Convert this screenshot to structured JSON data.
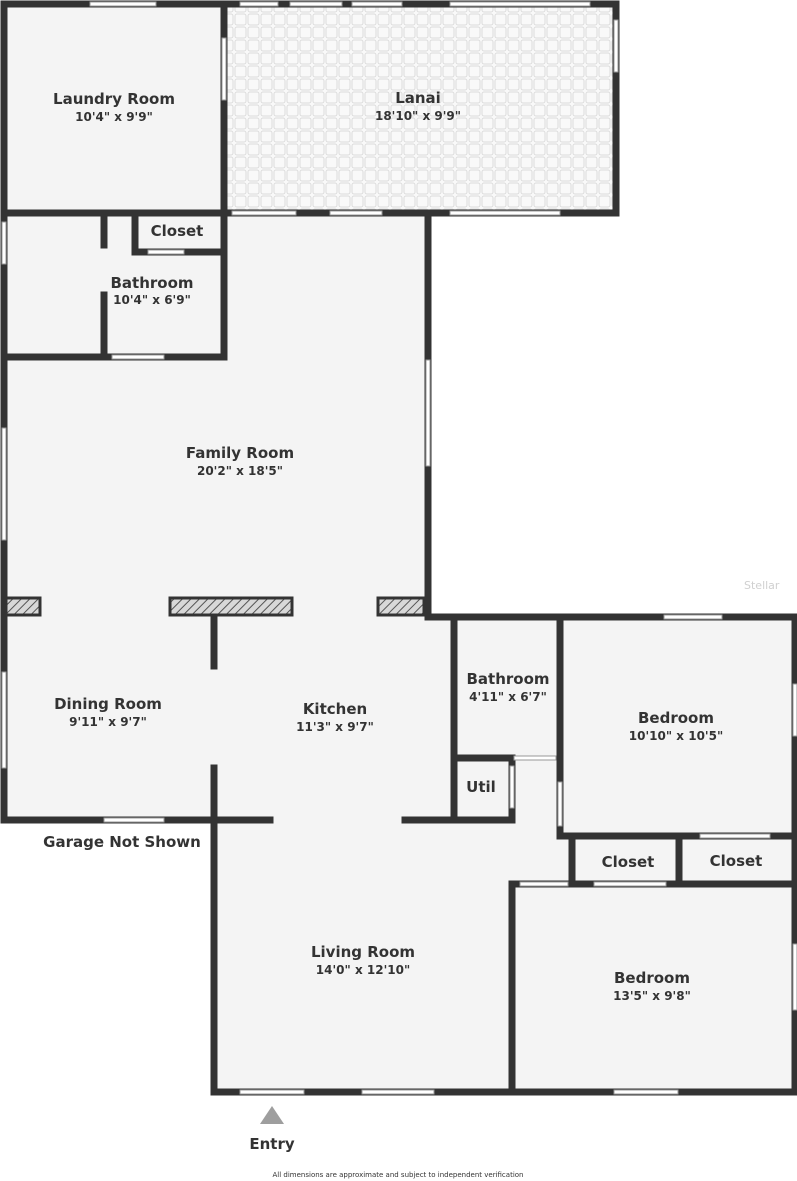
{
  "colors": {
    "floor": "#f4f4f4",
    "wall": "#333333",
    "text": "#333333",
    "window": "#ffffff",
    "entry_marker": "#9e9e9e",
    "watermark": "#d0d0d0"
  },
  "rooms": {
    "laundry_room": {
      "name": "Laundry Room",
      "dim": "10'4\" x 9'9\""
    },
    "lanai": {
      "name": "Lanai",
      "dim": "18'10\" x 9'9\""
    },
    "closet_bath_north": {
      "name": "Closet"
    },
    "bathroom_north": {
      "name": "Bathroom",
      "dim": "10'4\" x 6'9\""
    },
    "family_room": {
      "name": "Family Room",
      "dim": "20'2\" x 18'5\""
    },
    "dining_room": {
      "name": "Dining Room",
      "dim": "9'11\" x 9'7\""
    },
    "kitchen": {
      "name": "Kitchen",
      "dim": "11'3\" x 9'7\""
    },
    "bathroom_south": {
      "name": "Bathroom",
      "dim": "4'11\" x 6'7\""
    },
    "util": {
      "name": "Util"
    },
    "bedroom_east": {
      "name": "Bedroom",
      "dim": "10'10\" x 10'5\""
    },
    "closet_left": {
      "name": "Closet"
    },
    "closet_right": {
      "name": "Closet"
    },
    "living_room": {
      "name": "Living Room",
      "dim": "14'0\" x 12'10\""
    },
    "bedroom_south": {
      "name": "Bedroom",
      "dim": "13'5\" x 9'8\""
    }
  },
  "labels": {
    "garage": "Garage Not Shown",
    "entry": "Entry",
    "disclaimer": "All dimensions are approximate and subject to independent verification",
    "watermark": "Stellar"
  }
}
